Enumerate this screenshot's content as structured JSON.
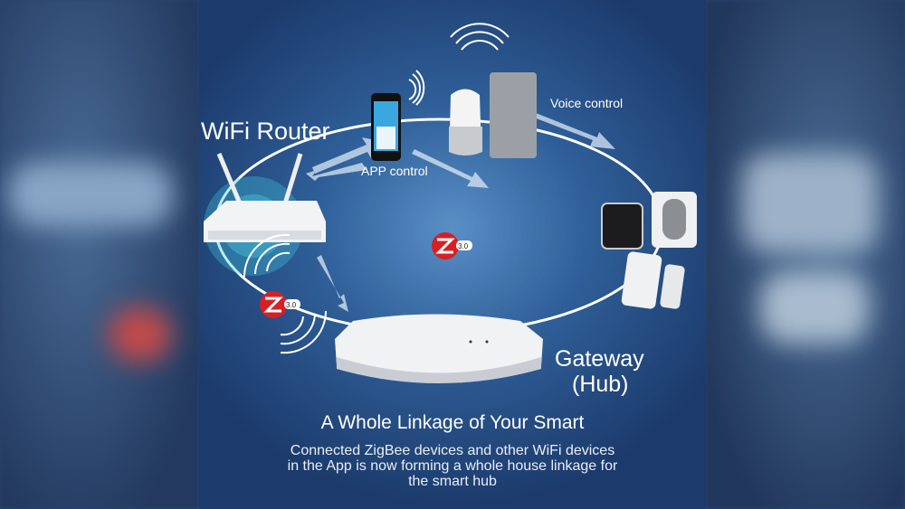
{
  "labels": {
    "wifi_router": "WiFi Router",
    "app_control": "APP control",
    "voice_control": "Voice control",
    "gateway_line1": "Gateway",
    "gateway_line2": "(Hub)",
    "zigbee_version": "3.0"
  },
  "caption": {
    "title": "A Whole Linkage of Your Smart",
    "body_line1": "Connected ZigBee devices and other WiFi devices",
    "body_line2": "in the App is now forming a whole house linkage for",
    "body_line3": "the smart hub"
  }
}
